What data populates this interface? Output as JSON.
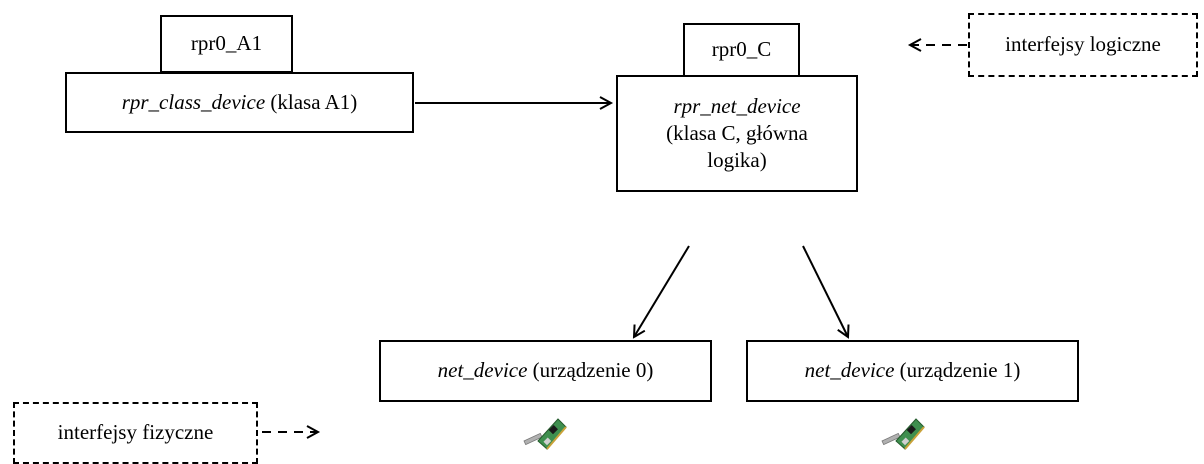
{
  "labels": {
    "rpr0_A1": "rpr0_A1",
    "rpr0_C": "rpr0_C",
    "class_device_name": "rpr_class_device",
    "class_device_desc": " (klasa A1)",
    "net_device_main_name": "rpr_net_device",
    "net_device_main_desc_1": "(klasa C, główna",
    "net_device_main_desc_2": "logika)",
    "dev0_name": "net_device",
    "dev0_desc": " (urządzenie 0)",
    "dev1_name": "net_device",
    "dev1_desc": " (urządzenie 1)",
    "logical": "interfejsy logiczne",
    "physical": "interfejsy fizyczne"
  },
  "icons": [
    "network-card-icon",
    "network-card-icon"
  ]
}
